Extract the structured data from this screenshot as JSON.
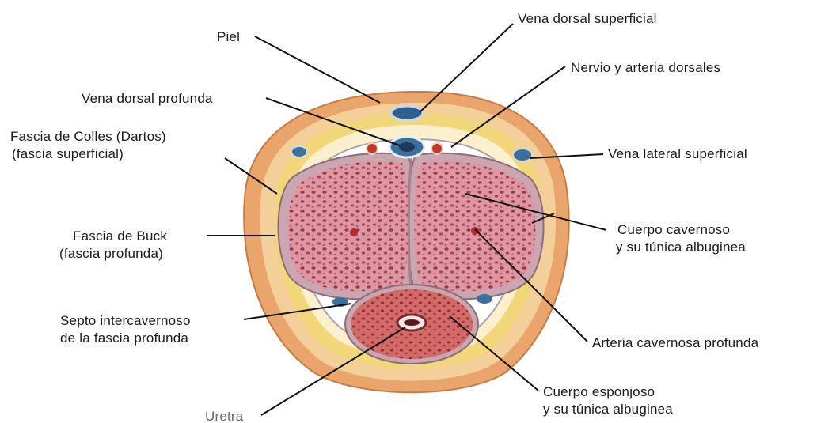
{
  "labels": {
    "piel": "Piel",
    "vena_dorsal_profunda": "Vena dorsal profunda",
    "fascia_colles_1": "Fascia de Colles (Dartos)",
    "fascia_colles_2": "(fascia superficial)",
    "fascia_buck_1": "Fascia de Buck",
    "fascia_buck_2": "(fascia profunda)",
    "septo_1": "Septo intercavernoso",
    "septo_2": "de la fascia profunda",
    "uretra": "Uretra",
    "vena_dorsal_superficial": "Vena dorsal superficial",
    "nervio_arteria": "Nervio y arteria dorsales",
    "vena_lateral": "Vena lateral superficial",
    "cuerpo_cavernoso_1": "Cuerpo cavernoso",
    "cuerpo_cavernoso_2": "y su túnica albuginea",
    "arteria_cavernosa": "Arteria cavernosa profunda",
    "cuerpo_esponjoso_1": "Cuerpo esponjoso",
    "cuerpo_esponjoso_2": "y su túnica albuginea"
  },
  "colors": {
    "skin_outer": "#e8a36a",
    "skin_inner": "#f3cf9a",
    "dartos": "#f7e7b5",
    "fat_yellow": "#f2d77a",
    "buck_fascia": "#ffffff",
    "tunica": "#c9a6b0",
    "cavernous_tissue": "#d98a98",
    "cavernous_holes": "#8f3b4e",
    "spongy_tissue": "#cf5b5b",
    "vein_blue": "#3d6f9c",
    "artery_red": "#c0392b",
    "leader_line": "#111111"
  }
}
